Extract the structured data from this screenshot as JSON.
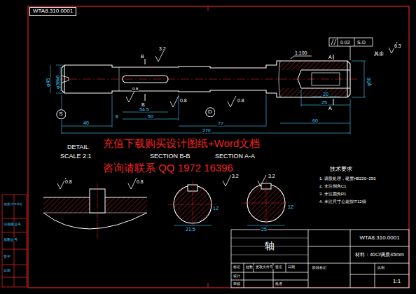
{
  "diagram": {
    "nodes": [
      {
        "text": [
          "WTA8.310.0001"
        ]
      },
      {
        "text": [
          "S"
        ]
      },
      {
        "text": [
          "D"
        ]
      },
      {
        "text": [
          "轴"
        ]
      },
      {
        "text": [
          "WTA8.310.0001"
        ]
      },
      {
        "text": [
          "材料：40Cr调质45mm"
        ]
      }
    ],
    "labels": [
      "DETAIL",
      "SCALE 2:1",
      "SECTION B-B",
      "SECTION A-A",
      "1:100",
      "0.02",
      "S-D",
      "其余",
      "6.3",
      "3.2",
      "B",
      "B",
      "A",
      "A",
      "0.8",
      "0.8",
      "0.8",
      "40",
      "8",
      "54.5",
      "50",
      "77",
      "270",
      "60",
      "25",
      "20",
      "φ45",
      "φ38k6",
      "φ50",
      "0.8",
      "0.8",
      "3.2",
      "3.2",
      "21.5",
      "12",
      "25",
      "12",
      "技术要求",
      "1. 调质处理，硬度HB220~250",
      "2. 未注倒角C1",
      "3. 未注圆角R1",
      "4. 未注尺寸公差按IT12级",
      "标记",
      "处数",
      "更改文件号",
      "签名",
      "日期",
      "设计",
      "审核",
      "批准",
      "比例",
      "1:1",
      "阶段标记",
      "借(通)用件登记",
      "旧底图总号",
      "底图总号",
      "签字",
      "日期",
      "充值下载购买设计图纸+Word文档",
      "咨询请联系 QQ 1972 16396"
    ]
  }
}
